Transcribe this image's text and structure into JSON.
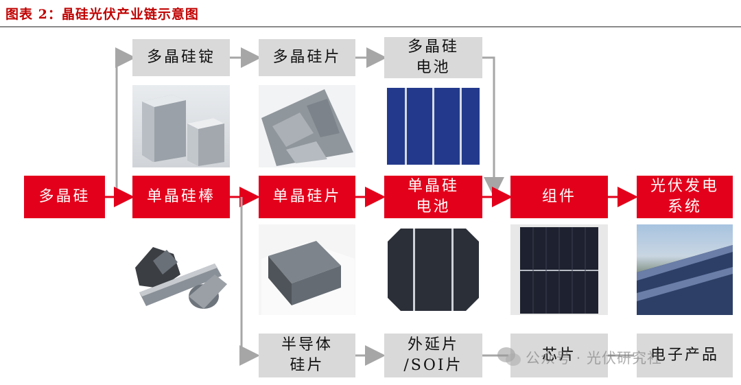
{
  "title": "图表 2：晶硅光伏产业链示意图",
  "nodes": {
    "multi_ingot": "多晶硅锭",
    "multi_wafer": "多晶硅片",
    "multi_cell": "多晶硅\n电池",
    "polysilicon": "多晶硅",
    "mono_rod": "单晶硅棒",
    "mono_wafer": "单晶硅片",
    "mono_cell": "单晶硅\n电池",
    "module": "组件",
    "pv_system": "光伏发电\n系统",
    "semi_wafer": "半导体\n硅片",
    "epi_soi": "外延片\n/SOI片",
    "chip": "芯片",
    "electronics": "电子产品"
  },
  "watermark": "公众号 · 光伏研究社",
  "colors": {
    "accent": "#e3001b",
    "gray_box": "#d9d9d9",
    "title": "#c00000"
  }
}
